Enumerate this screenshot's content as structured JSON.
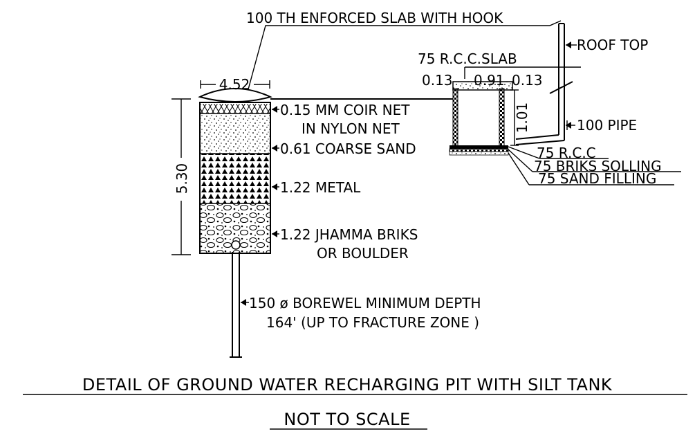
{
  "labels": {
    "slab_hook": "100 TH ENFORCED SLAB WITH HOOK",
    "roof_top": "ROOF TOP",
    "rcc_slab": "75 R.C.C.SLAB",
    "wall_left": "0.13",
    "inner_width": "0.91",
    "wall_right": "0.13",
    "pit_width": "4.52",
    "tank_height": "1.01",
    "pit_depth": "5.30",
    "pipe": "100 PIPE",
    "coir_net_1": "0.15  MM COIR NET",
    "coir_net_2": "IN NYLON NET",
    "coarse_sand": "0.61  COARSE SAND",
    "rcc": "75  R.C.C",
    "brick_soling": "75  BRIKS  SOLLING",
    "sand_filling": "75  SAND  FILLING",
    "metal": "1.22  METAL",
    "jhamma_1": "1.22  JHAMMA BRIKS",
    "jhamma_2": "OR BOULDER",
    "borewell_1": "150   ø  BOREWEL MINIMUM DEPTH",
    "borewell_2": "164' (UP TO FRACTURE ZONE )"
  },
  "title": "DETAIL  OF  GROUND  WATER  RECHARGING  PIT  WITH  SILT  TANK",
  "subtitle": "NOT  TO  SCALE"
}
